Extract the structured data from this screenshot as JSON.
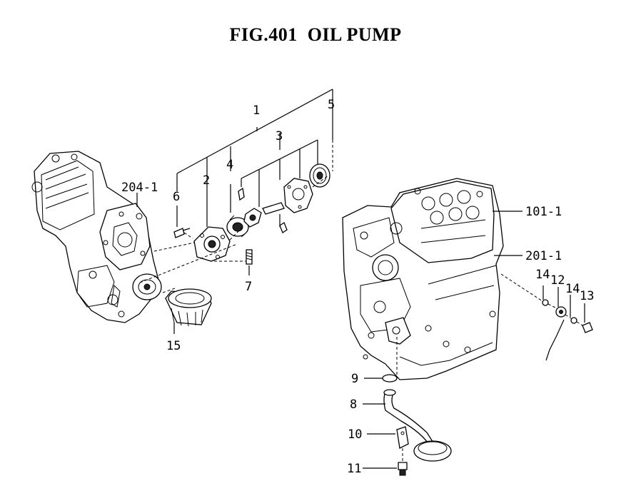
{
  "title": "FIG.401  OIL PUMP",
  "labels": {
    "p1": "1",
    "p2": "2",
    "p3": "3",
    "p4": "4",
    "p5": "5",
    "p6": "6",
    "p7": "7",
    "p8": "8",
    "p9": "9",
    "p10": "10",
    "p11": "11",
    "p12": "12",
    "p13": "13",
    "p14a": "14",
    "p14b": "14",
    "p15": "15",
    "r204": "204-1",
    "r101": "101-1",
    "r201": "201-1"
  }
}
